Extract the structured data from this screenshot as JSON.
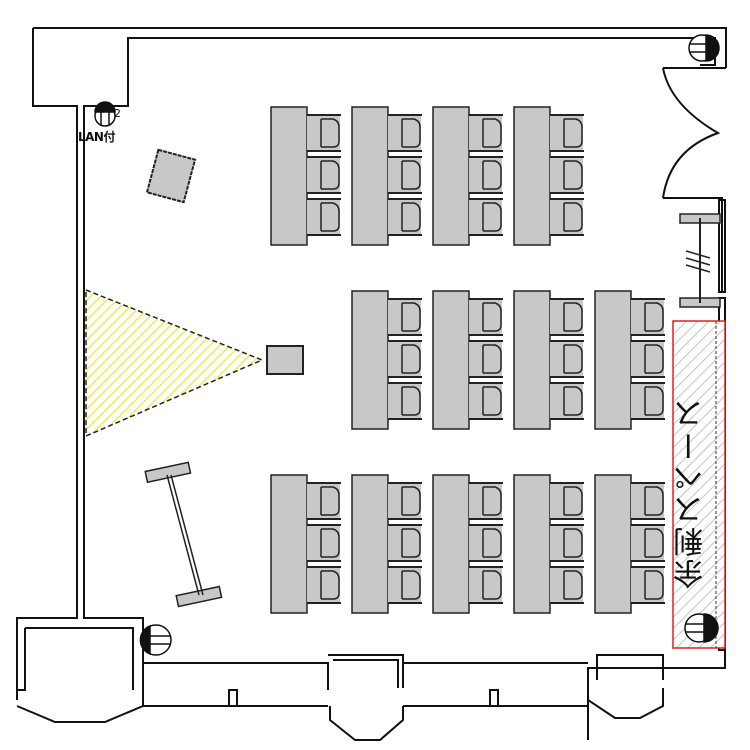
{
  "floorplan": {
    "lan_label": "LAN付",
    "outlet_number": "2",
    "spare_space_label": "余剰スペース",
    "colors": {
      "wall": "#111111",
      "furniture": "#c8c8c8",
      "projection": "#f2ef5a",
      "highlight": "#e02020",
      "hatch": "#bbbbbb"
    },
    "rows": [
      {
        "desks": 4,
        "chairs_per_desk": 3
      },
      {
        "desks": 4,
        "chairs_per_desk": 3
      },
      {
        "desks": 5,
        "chairs_per_desk": 3
      }
    ]
  }
}
